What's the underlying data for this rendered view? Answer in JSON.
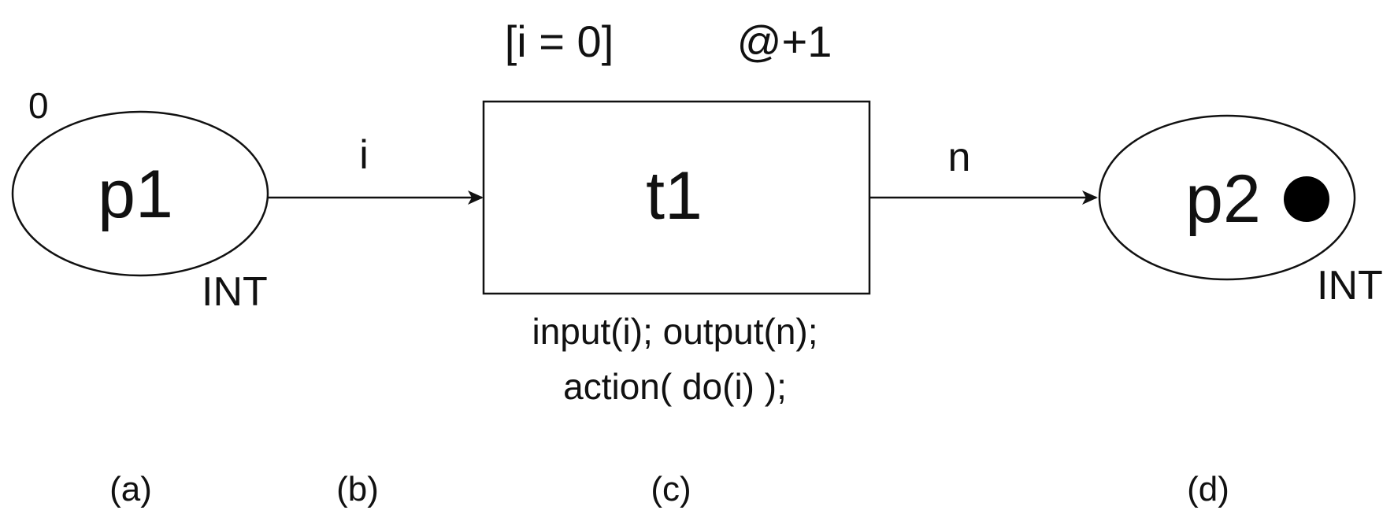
{
  "diagram": {
    "place_p1": {
      "name": "p1",
      "initial_marking": "0",
      "type": "INT"
    },
    "arc_in": {
      "label": "i"
    },
    "transition_t1": {
      "name": "t1",
      "guard": "[i = 0]",
      "time_delay": "@+1",
      "code_line1": "input(i); output(n);",
      "code_line2": "action( do(i) );"
    },
    "arc_out": {
      "label": "n"
    },
    "place_p2": {
      "name": "p2",
      "type": "INT",
      "tokens": 1
    },
    "captions": {
      "a": "(a)",
      "b": "(b)",
      "c": "(c)",
      "d": "(d)"
    },
    "colors": {
      "stroke": "#111111",
      "background": "#ffffff"
    }
  }
}
